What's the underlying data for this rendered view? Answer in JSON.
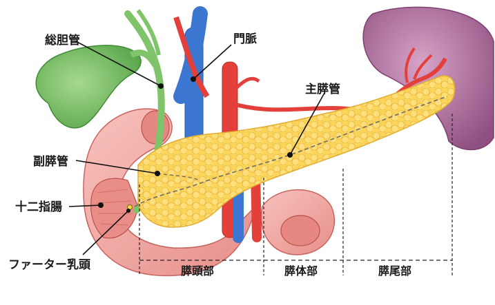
{
  "labels": {
    "common_bile_duct": "総胆管",
    "portal_vein": "門脈",
    "main_pancreatic_duct": "主膵管",
    "accessory_pancreatic_duct": "副膵管",
    "duodenum": "十二指腸",
    "papilla_of_vater": "ファーター乳頭"
  },
  "segments": {
    "head": "膵頭部",
    "body": "膵体部",
    "tail": "膵尾部"
  },
  "colors": {
    "gallbladder": "#7fc36a",
    "duodenum": "#f2a7a3",
    "pancreas": "#fbd25a",
    "spleen": "#b57ba6",
    "artery": "#e4403b",
    "vein": "#3b76d0"
  }
}
